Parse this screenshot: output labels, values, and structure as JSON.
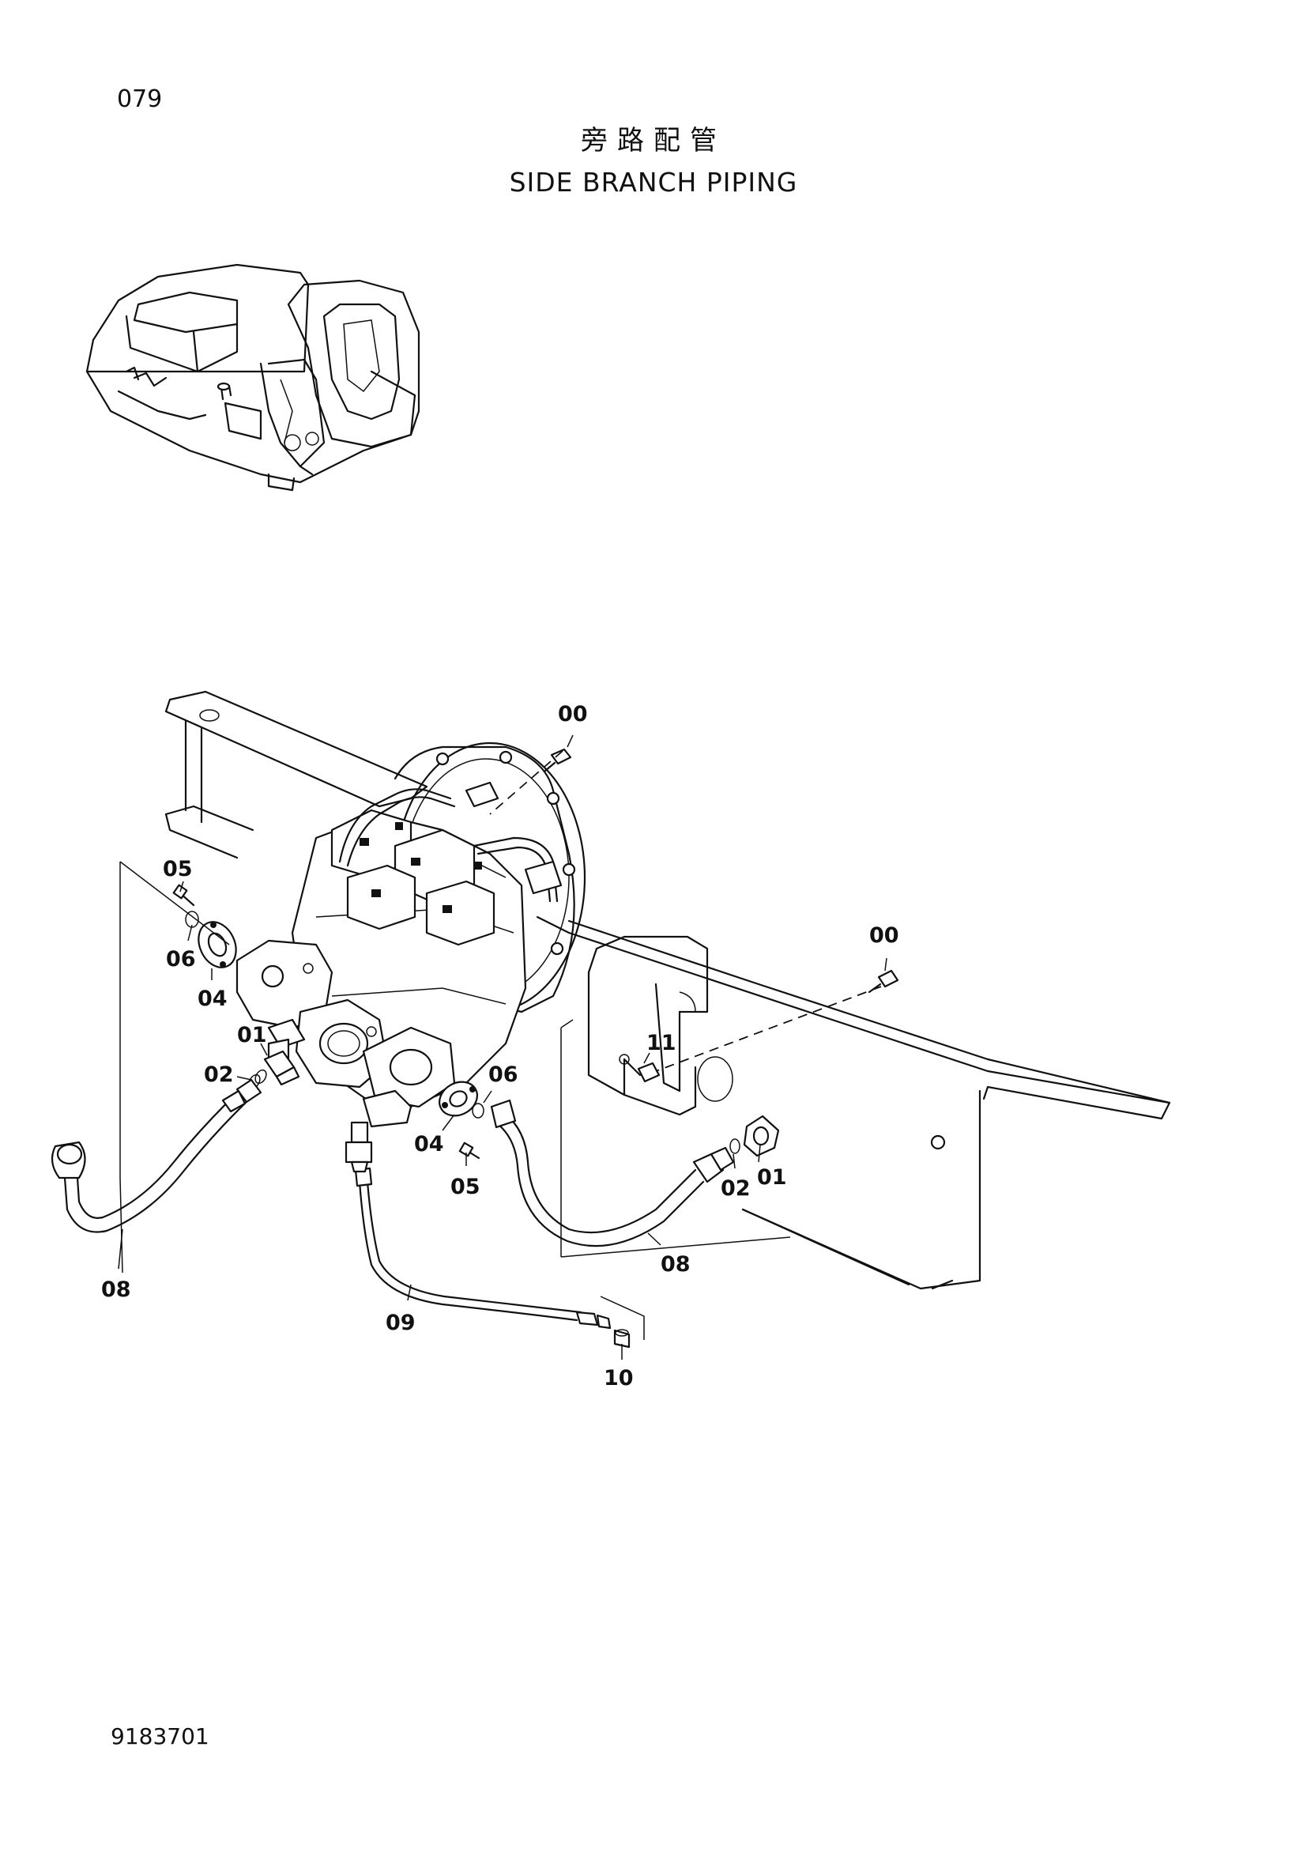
{
  "page_number": "079",
  "title_cn": "旁路配管",
  "title_en": "SIDE BRANCH PIPING",
  "drawing_number": "9183701",
  "callouts": [
    {
      "id": "c-00-a",
      "text": "00"
    },
    {
      "id": "c-00-b",
      "text": "00"
    },
    {
      "id": "c-05-a",
      "text": "05"
    },
    {
      "id": "c-06-a",
      "text": "06"
    },
    {
      "id": "c-04-a",
      "text": "04"
    },
    {
      "id": "c-01-a",
      "text": "01"
    },
    {
      "id": "c-02-a",
      "text": "02"
    },
    {
      "id": "c-11",
      "text": "11"
    },
    {
      "id": "c-06-b",
      "text": "06"
    },
    {
      "id": "c-04-b",
      "text": "04"
    },
    {
      "id": "c-05-b",
      "text": "05"
    },
    {
      "id": "c-02-b",
      "text": "02"
    },
    {
      "id": "c-01-b",
      "text": "01"
    },
    {
      "id": "c-08-a",
      "text": "08"
    },
    {
      "id": "c-08-b",
      "text": "08"
    },
    {
      "id": "c-09",
      "text": "09"
    },
    {
      "id": "c-10",
      "text": "10"
    }
  ]
}
